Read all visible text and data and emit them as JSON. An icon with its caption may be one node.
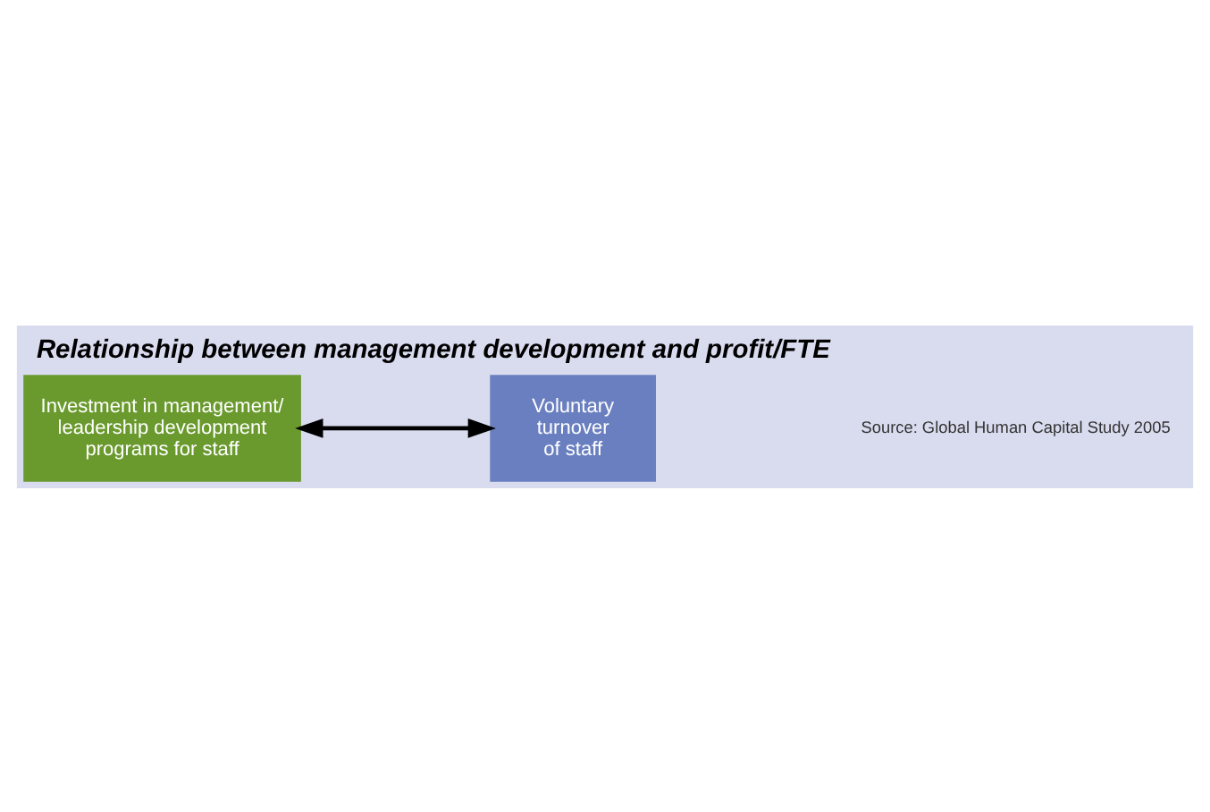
{
  "diagram": {
    "title": "Relationship between management development and profit/FTE",
    "nodes": [
      {
        "text": [
          "Investment in management/ leadership development programs for staff"
        ]
      },
      {
        "text": [
          "Voluntary turnover of staff"
        ]
      }
    ],
    "edges": [
      {
        "from": 0,
        "to": 1,
        "arrow": "both"
      }
    ],
    "labels": [
      "Source: Global Human Capital Study 2005"
    ]
  }
}
